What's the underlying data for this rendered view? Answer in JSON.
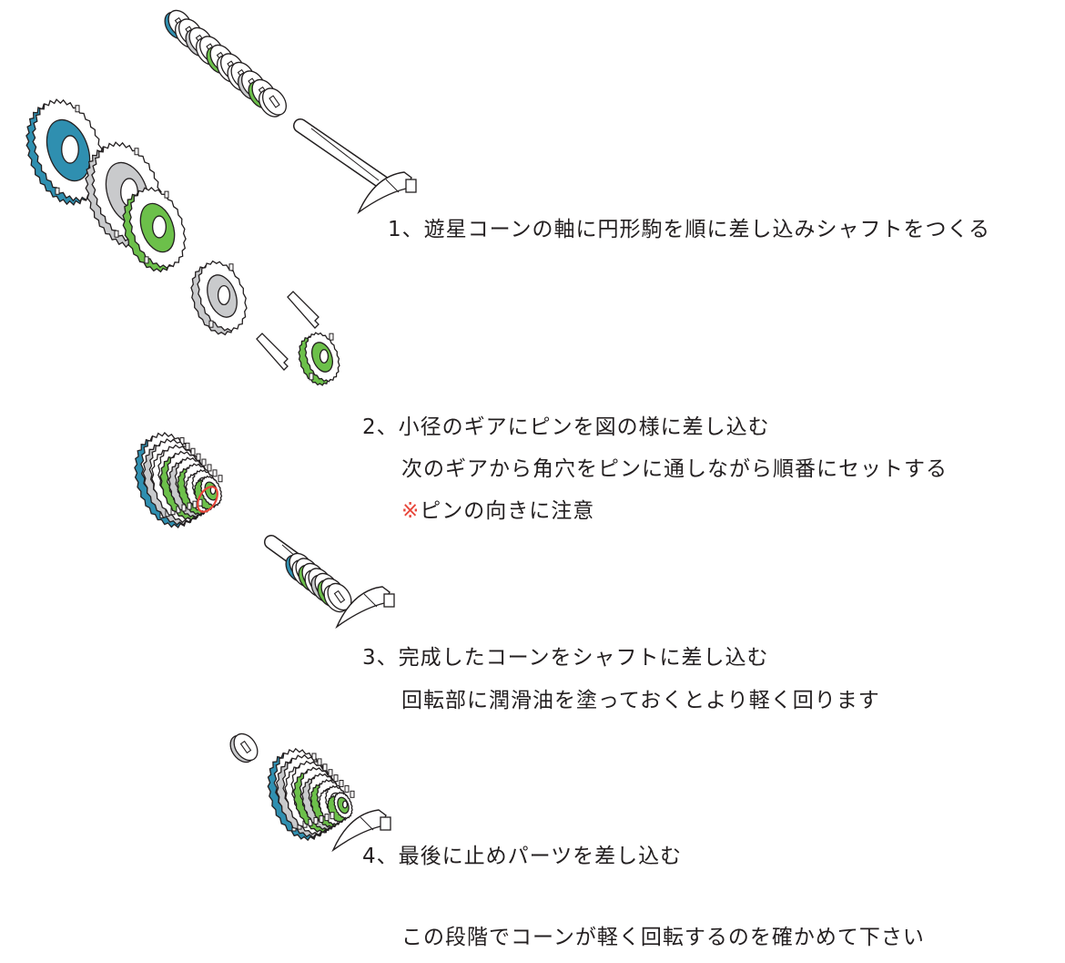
{
  "steps": [
    {
      "lines": [
        "1、遊星コーンの軸に円形駒を順に差し込みシャフトをつくる"
      ]
    },
    {
      "lines": [
        "2、小径のギアにピンを図の様に差し込む",
        "次のギアから角穴をピンに通しながら順番にセットする"
      ],
      "note_mark": "※",
      "note_text": "ピンの向きに注意"
    },
    {
      "lines": [
        "3、完成したコーンをシャフトに差し込む",
        "回転部に潤滑油を塗っておくとより軽く回ります"
      ]
    },
    {
      "lines": [
        "4、最後に止めパーツを差し込む",
        "この段階でコーンが軽く回転するのを確かめて下さい"
      ]
    }
  ],
  "colors": {
    "blue": "#2f8fb0",
    "green": "#6cc04a",
    "gray": "#c9cacc",
    "outline": "#231f20",
    "warning": "#e8463a"
  }
}
